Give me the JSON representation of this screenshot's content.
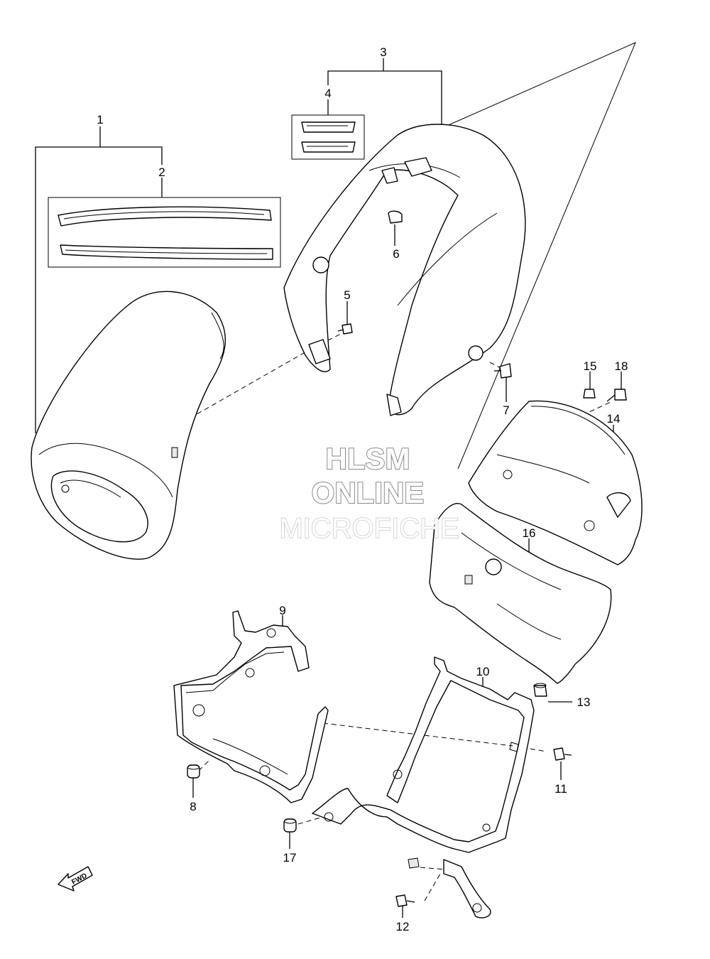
{
  "watermark": {
    "line1": "HLSM",
    "line2": "ONLINE",
    "line3": "MICROFICHE"
  },
  "fwd_label": "FWD",
  "parts": [
    {
      "id": "1",
      "label": "1"
    },
    {
      "id": "2",
      "label": "2"
    },
    {
      "id": "3",
      "label": "3"
    },
    {
      "id": "4",
      "label": "4"
    },
    {
      "id": "5",
      "label": "5"
    },
    {
      "id": "6",
      "label": "6"
    },
    {
      "id": "7",
      "label": "7"
    },
    {
      "id": "8",
      "label": "8"
    },
    {
      "id": "9",
      "label": "9"
    },
    {
      "id": "10",
      "label": "10"
    },
    {
      "id": "11",
      "label": "11"
    },
    {
      "id": "12",
      "label": "12"
    },
    {
      "id": "13",
      "label": "13"
    },
    {
      "id": "14",
      "label": "14"
    },
    {
      "id": "15",
      "label": "15"
    },
    {
      "id": "16",
      "label": "16"
    },
    {
      "id": "17",
      "label": "17"
    },
    {
      "id": "18",
      "label": "18"
    }
  ]
}
